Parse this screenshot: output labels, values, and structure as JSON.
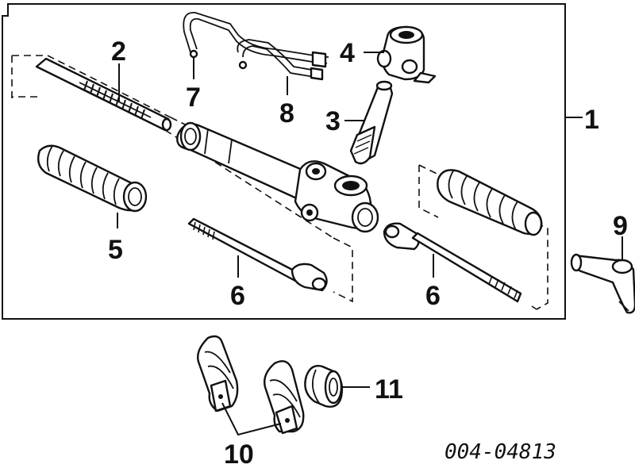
{
  "callouts": {
    "n1": "1",
    "n2": "2",
    "n3": "3",
    "n4": "4",
    "n5": "5",
    "n6a": "6",
    "n6b": "6",
    "n7": "7",
    "n8": "8",
    "n9": "9",
    "n10": "10",
    "n11": "11"
  },
  "catalog_number": "004-04813"
}
